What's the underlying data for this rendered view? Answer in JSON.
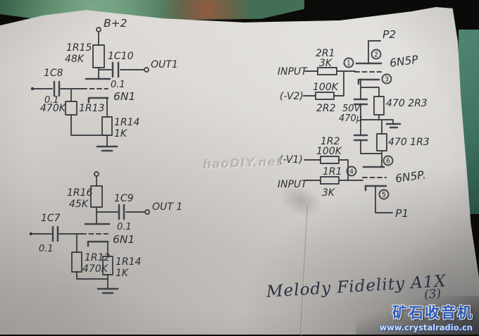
{
  "title": "Melody Fidelity A1X",
  "sheet_no": "(3)",
  "watermarks": {
    "center_faint": "haoDIY.net",
    "brand": "矿石收音机",
    "url": "www.crystalradio.cn"
  },
  "colors": {
    "ink": "#383940",
    "watermark_blue": "#2f63cc",
    "paper": "#d8d5d0"
  },
  "s1": {
    "supply": "B+2",
    "r15": "1R15",
    "r15_v": "48K",
    "c10": "1C10",
    "c10_v": "0.1",
    "out": "OUT1",
    "c8": "1C8",
    "c8_v": "0.1",
    "r13": "1R13",
    "r13_v": "470K",
    "r14": "1R14",
    "r14_v": "1K",
    "tube": "6N1"
  },
  "s2": {
    "r16": "1R16",
    "r16_v": "45K",
    "c9": "1C9",
    "c9_v": "0.1",
    "out": "OUT 1",
    "c7": "1C7",
    "c7_v": "0.1",
    "r12": "1R12",
    "r12_v": "470K",
    "r14": "1R14",
    "r14_v": "1K",
    "tube": "6N1"
  },
  "r": {
    "p2": "P2",
    "p1": "P1",
    "tube_top": "6N5P",
    "tube_bot": "6N5P.",
    "in_top": "INPUT",
    "in_bot": "INPUT",
    "r2r1": "2R1",
    "r2r1_v": "3K",
    "v2": "(-V2)",
    "r2r2": "2R2",
    "r2r2_v": "100K",
    "cap_v": "50V",
    "cap_c": "470µ",
    "r2r3": "470 2R3",
    "r1r3": "470 1R3",
    "v1": "(-V1)",
    "r1r2": "1R2",
    "r1r2_v": "100K",
    "r1r1": "1R1",
    "r1r1_v": "3K",
    "pin1": "1",
    "pin2": "2",
    "pin3": "3",
    "pin4": "4",
    "pin5": "5",
    "pin6": "6"
  }
}
